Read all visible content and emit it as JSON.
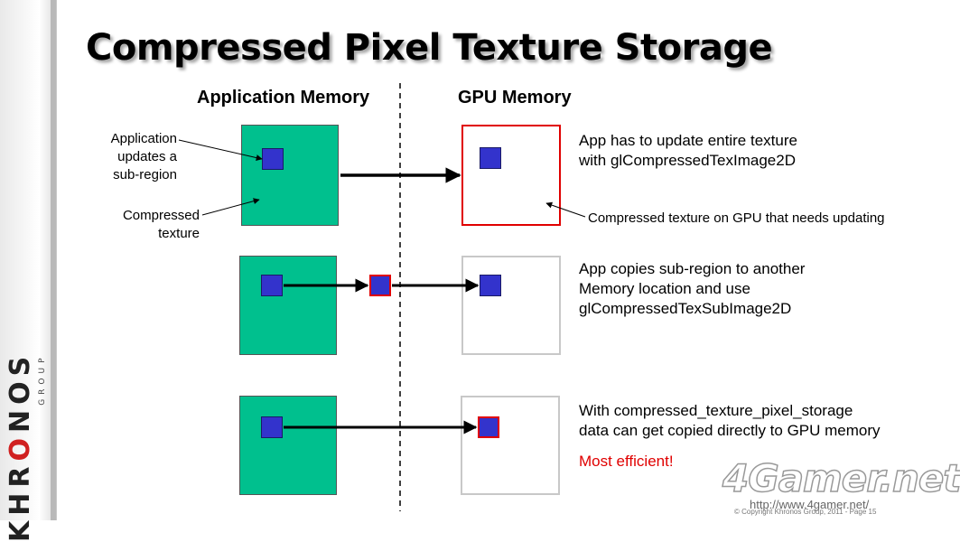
{
  "slide": {
    "title": "Compressed Pixel Texture Storage"
  },
  "headers": {
    "app_memory": "Application Memory",
    "gpu_memory": "GPU Memory"
  },
  "labels": {
    "app_updates": "Application\nupdates a\nsub-region",
    "compressed_texture": "Compressed\ntexture",
    "gpu_texture_note": "Compressed texture on GPU that needs updating"
  },
  "rows": [
    {
      "text": "App has to update entire texture\nwith glCompressedTexImage2D"
    },
    {
      "text": "App copies sub-region to another\nMemory location and use\nglCompressedTexSubImage2D"
    },
    {
      "text": "With compressed_texture_pixel_storage\ndata can get copied directly to GPU memory",
      "highlight": "Most efficient!"
    }
  ],
  "logo": {
    "main_pre": "KHR",
    "main_o": "O",
    "main_post": "NOS",
    "sub": "GROUP"
  },
  "watermark": {
    "brand": "4Gamer.net",
    "url": "http://www.4gamer.net/"
  },
  "footer": {
    "copyright": "© Copyright Khronos Group, 2011 - Page 15"
  },
  "colors": {
    "texture": "#00c08e",
    "subregion": "#3333cc",
    "highlight": "#e00000",
    "gpu_border": "#c8c8c8"
  }
}
